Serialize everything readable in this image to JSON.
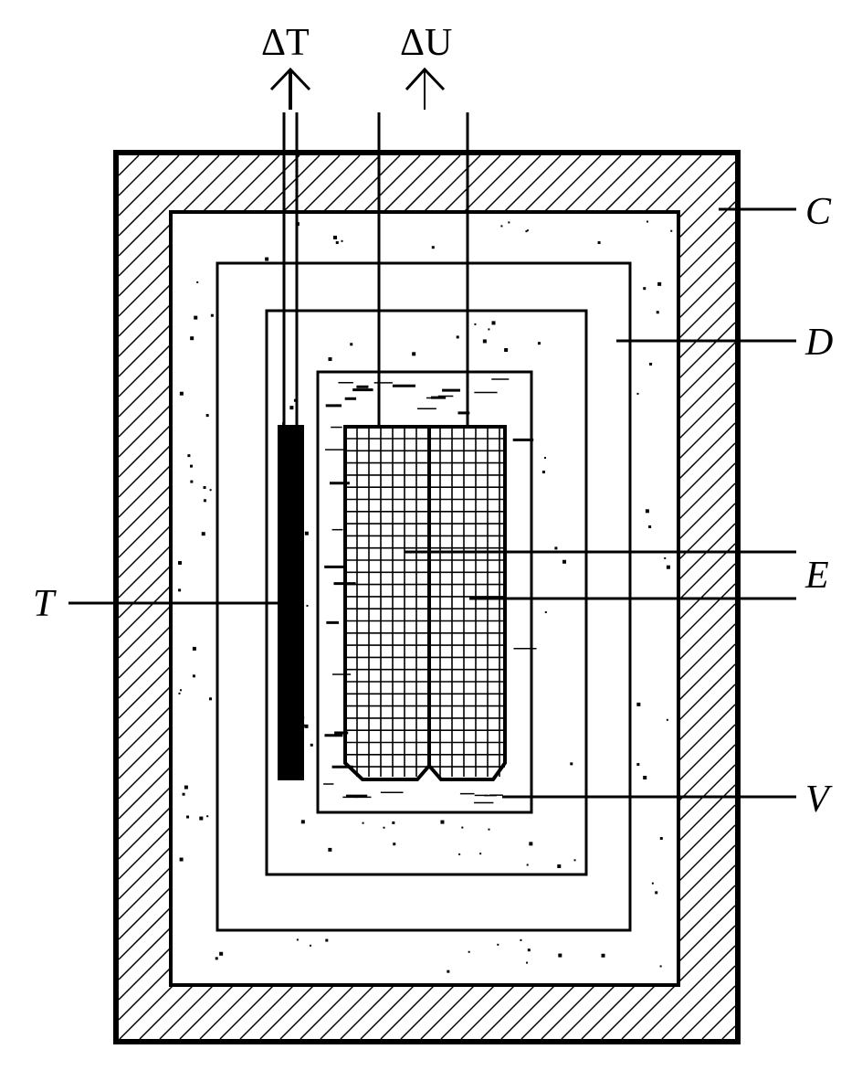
{
  "labels": {
    "delta_t": "ΔT",
    "delta_u": "ΔU",
    "c": "C",
    "d": "D",
    "e": "E",
    "t": "T",
    "v": "V"
  },
  "colors": {
    "ink": "#000000",
    "background": "#ffffff"
  }
}
